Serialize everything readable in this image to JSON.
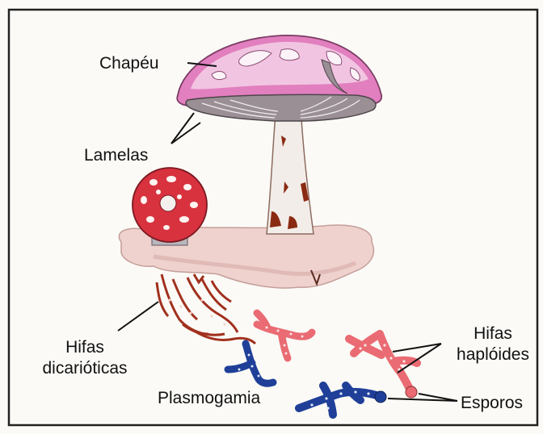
{
  "labels": {
    "cap": "Chapéu",
    "gills": "Lamelas",
    "dikaryotic_line1": "Hifas",
    "dikaryotic_line2": "dicarióticas",
    "plasmogamy": "Plasmogamia",
    "haploid_line1": "Hifas",
    "haploid_line2": "haplóides",
    "spores": "Esporos"
  },
  "colors": {
    "frame": "#222222",
    "cap_pink": "#e27fbf",
    "cap_light": "#f4d6ea",
    "gill_gray": "#9a8f95",
    "stalk": "#f1ece6",
    "stalk_spots": "#8a2a12",
    "substrate": "#efd2cd",
    "small_cap_red": "#d8323f",
    "hypha_brown": "#a1301e",
    "hypha_pink": "#ea6b73",
    "hypha_blue": "#1f3f98"
  }
}
